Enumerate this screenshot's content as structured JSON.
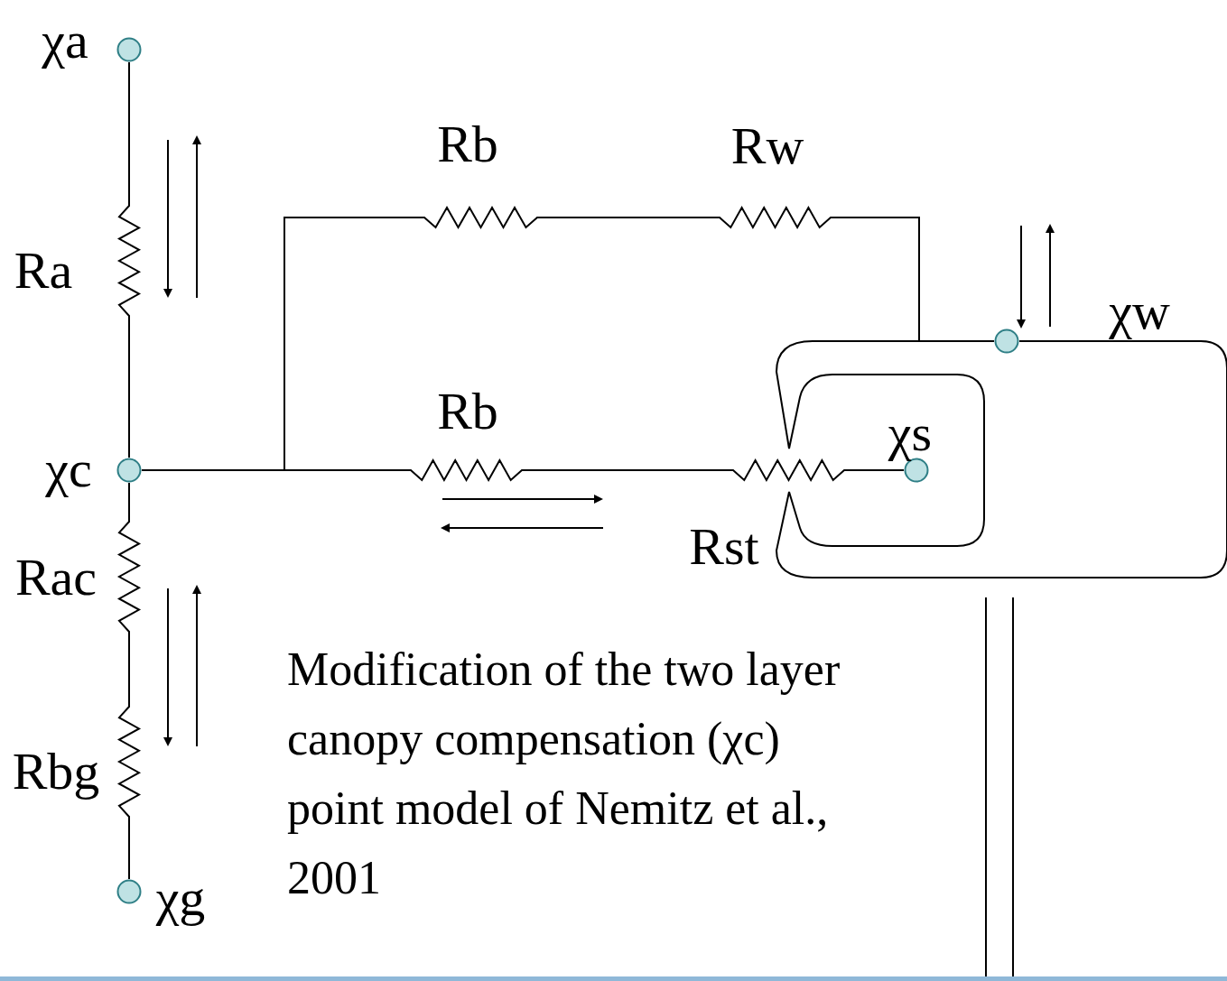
{
  "diagram": {
    "caption": "Modification of the two layer canopy compensation (χc) point model of Nemitz et al., 2001",
    "nodes": [
      {
        "text": [
          "χa"
        ]
      },
      {
        "text": [
          "χw"
        ]
      },
      {
        "text": [
          "χc"
        ]
      },
      {
        "text": [
          "χs"
        ]
      },
      {
        "text": [
          "χg"
        ]
      }
    ],
    "edges": [
      {
        "from": 0,
        "to": 2,
        "arrow": "none"
      },
      {
        "from": 2,
        "to": 4,
        "arrow": "none"
      },
      {
        "from": 2,
        "to": 1,
        "arrow": "none"
      },
      {
        "from": 2,
        "to": 3,
        "arrow": "none"
      }
    ],
    "labels": [
      "Ra",
      "Rb",
      "Rw",
      "Rb",
      "Rst",
      "Rac",
      "Rbg"
    ]
  }
}
